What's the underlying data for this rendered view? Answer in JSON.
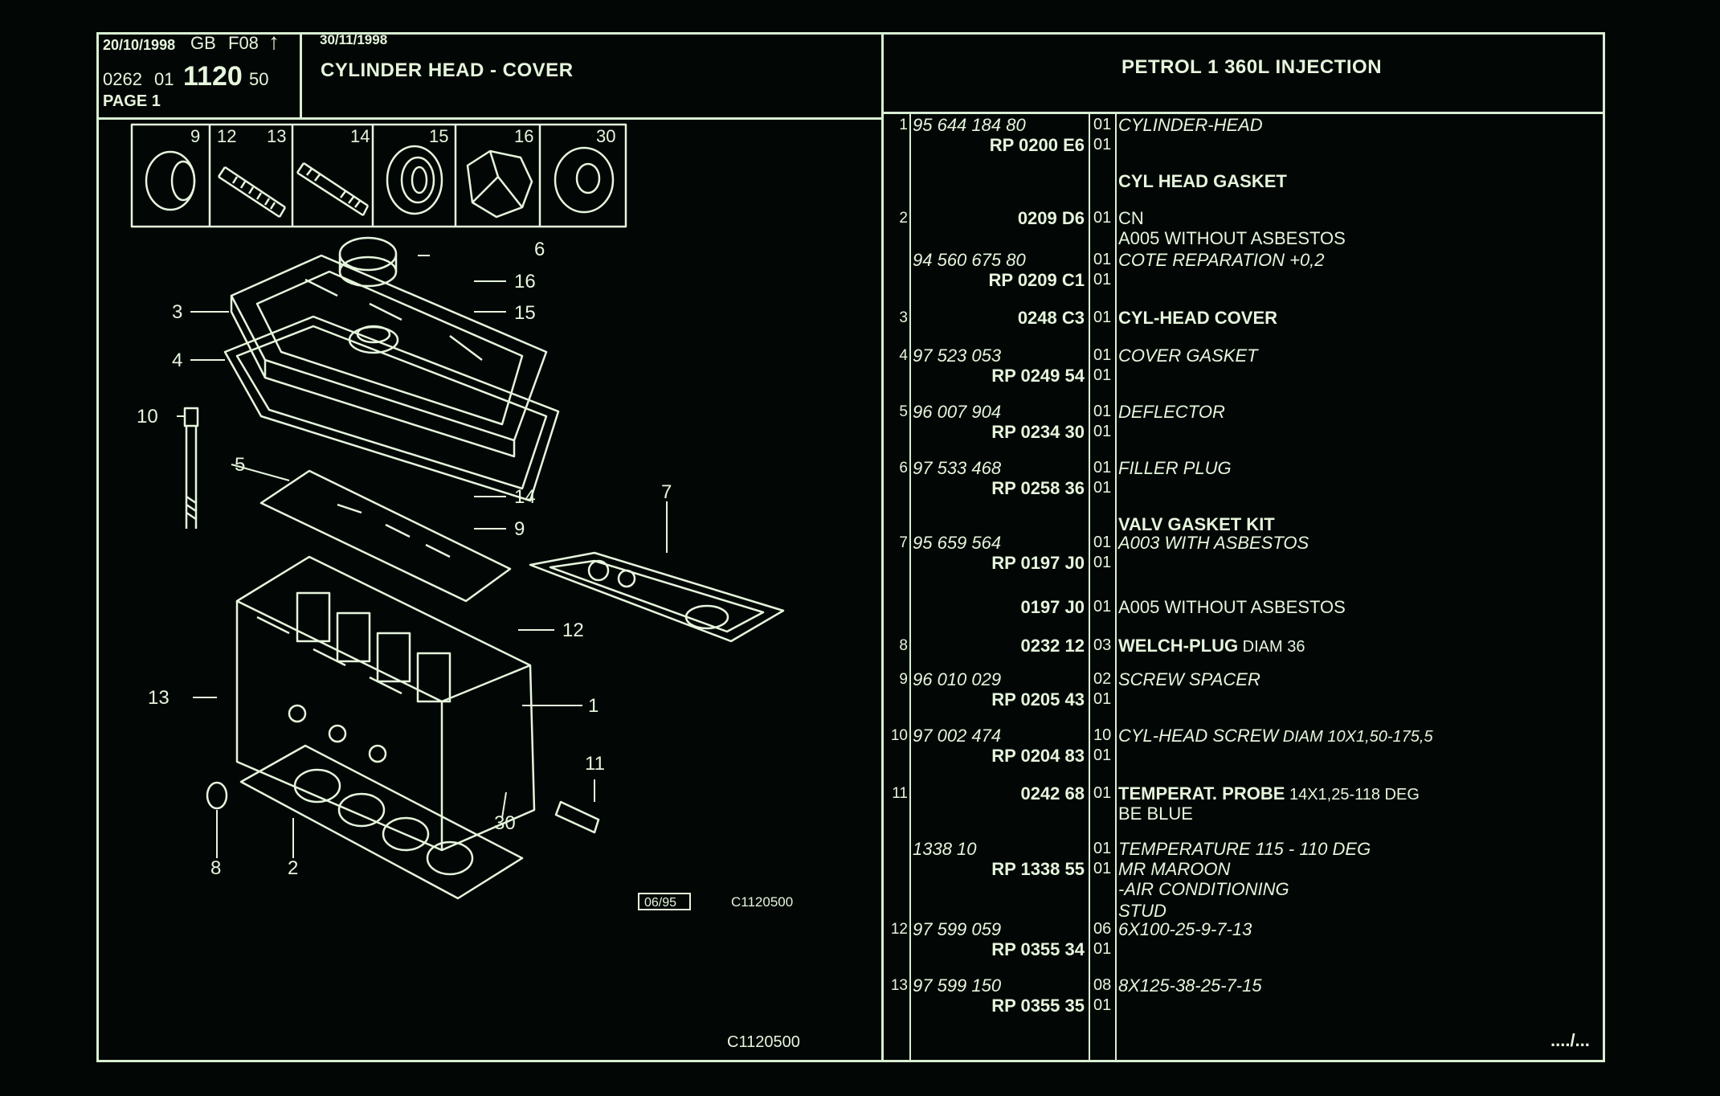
{
  "header": {
    "date1": "20/10/1998",
    "lang": "GB",
    "code": "F08",
    "arrow": "↑",
    "date2": "30/11/1998",
    "ref_a": "0262",
    "ref_b": "01",
    "ref_main": "1120",
    "ref_c": "50",
    "page": "PAGE 1",
    "title": "CYLINDER HEAD - COVER",
    "engine": "PETROL 1 360L INJECTION"
  },
  "icon_strip": {
    "labels": [
      "9",
      "12",
      "13",
      "14",
      "15",
      "16",
      "30"
    ],
    "icons": [
      "spacer-icon",
      "stud-icon",
      "long-stud-icon",
      "washer-icon",
      "nut-icon",
      "flat-washer-icon"
    ]
  },
  "diagram": {
    "callouts": [
      "1",
      "2",
      "3",
      "4",
      "5",
      "6",
      "7",
      "8",
      "9",
      "10",
      "11",
      "12",
      "13",
      "14",
      "15",
      "16",
      "30"
    ],
    "date_box": "06/95",
    "code1": "C1120500",
    "code2": "C1120500"
  },
  "parts": [
    {
      "ref": "1",
      "lines": [
        {
          "pn": "95 644 184 80",
          "qty": "01",
          "desc": [
            {
              "t": "CYLINDER-HEAD",
              "s": "it"
            }
          ]
        },
        {
          "rp": "RP  0200 E6",
          "qty": "01",
          "desc": []
        }
      ]
    },
    {
      "ref": "",
      "lines": [
        {
          "qty": "",
          "desc": [
            {
              "t": "CYL HEAD GASKET",
              "s": "b"
            }
          ]
        }
      ]
    },
    {
      "ref": "2",
      "lines": [
        {
          "rp": "0209 D6",
          "qty": "01",
          "desc": [
            {
              "t": "CN",
              "s": "n"
            }
          ]
        },
        {
          "qty": "",
          "desc": [
            {
              "t": "A005 WITHOUT ASBESTOS",
              "s": "n"
            }
          ]
        }
      ]
    },
    {
      "ref": "",
      "lines": [
        {
          "pn": "94 560 675 80",
          "qty": "01",
          "desc": [
            {
              "t": "COTE REPARATION  +0,2",
              "s": "it"
            }
          ]
        },
        {
          "rp": "RP  0209 C1",
          "qty": "01",
          "desc": []
        }
      ]
    },
    {
      "ref": "3",
      "lines": [
        {
          "rp": "0248 C3",
          "qty": "01",
          "desc": [
            {
              "t": "CYL-HEAD COVER",
              "s": "b"
            }
          ]
        }
      ]
    },
    {
      "ref": "4",
      "lines": [
        {
          "pn": "97 523 053",
          "qty": "01",
          "desc": [
            {
              "t": "COVER GASKET",
              "s": "it"
            }
          ]
        },
        {
          "rp": "RP  0249 54",
          "qty": "01",
          "desc": []
        }
      ]
    },
    {
      "ref": "5",
      "lines": [
        {
          "pn": "96 007 904",
          "qty": "01",
          "desc": [
            {
              "t": "DEFLECTOR",
              "s": "it"
            }
          ]
        },
        {
          "rp": "RP  0234 30",
          "qty": "01",
          "desc": []
        }
      ]
    },
    {
      "ref": "6",
      "lines": [
        {
          "pn": "97 533 468",
          "qty": "01",
          "desc": [
            {
              "t": "FILLER PLUG",
              "s": "it"
            }
          ]
        },
        {
          "rp": "RP  0258 36",
          "qty": "01",
          "desc": []
        }
      ]
    },
    {
      "ref": "",
      "lines": [
        {
          "qty": "",
          "desc": [
            {
              "t": "VALV GASKET KIT",
              "s": "b"
            }
          ]
        }
      ]
    },
    {
      "ref": "7",
      "lines": [
        {
          "pn": "95 659 564",
          "qty": "01",
          "desc": [
            {
              "t": "A003 WITH ASBESTOS",
              "s": "it"
            }
          ]
        },
        {
          "rp": "RP  0197 J0",
          "qty": "01",
          "desc": []
        }
      ]
    },
    {
      "ref": "",
      "lines": [
        {
          "rp": "0197 J0",
          "qty": "01",
          "desc": [
            {
              "t": "A005 WITHOUT ASBESTOS",
              "s": "n"
            }
          ]
        }
      ]
    },
    {
      "ref": "8",
      "lines": [
        {
          "rp": "0232 12",
          "qty": "03",
          "desc": [
            {
              "t": "WELCH-PLUG",
              "s": "b"
            },
            {
              "t": " DIAM 36",
              "s": "n sm"
            }
          ]
        }
      ]
    },
    {
      "ref": "9",
      "lines": [
        {
          "pn": "96 010 029",
          "qty": "02",
          "desc": [
            {
              "t": "SCREW SPACER",
              "s": "it"
            }
          ]
        },
        {
          "rp": "RP  0205 43",
          "qty": "01",
          "desc": []
        }
      ]
    },
    {
      "ref": "10",
      "lines": [
        {
          "pn": "97 002 474",
          "qty": "10",
          "desc": [
            {
              "t": "CYL-HEAD SCREW",
              "s": "it"
            },
            {
              "t": " DIAM 10X1,50-175,5",
              "s": "it sm"
            }
          ]
        },
        {
          "rp": "RP  0204 83",
          "qty": "01",
          "desc": []
        }
      ]
    },
    {
      "ref": "11",
      "lines": [
        {
          "rp": "0242 68",
          "qty": "01",
          "desc": [
            {
              "t": "TEMPERAT. PROBE",
              "s": "b"
            },
            {
              "t": " 14X1,25-118 DEG",
              "s": "n sm"
            }
          ]
        },
        {
          "qty": "",
          "desc": [
            {
              "t": "BE BLUE",
              "s": "n"
            }
          ]
        }
      ]
    },
    {
      "ref": "",
      "lines": [
        {
          "pn": "1338 10",
          "qty": "01",
          "desc": [
            {
              "t": "TEMPERATURE 115 - 110 DEG",
              "s": "it"
            }
          ]
        },
        {
          "rp": "RP  1338 55",
          "qty": "01",
          "desc": [
            {
              "t": "MR MAROON",
              "s": "it"
            }
          ]
        },
        {
          "qty": "",
          "desc": [
            {
              "t": "-AIR CONDITIONING",
              "s": "it"
            }
          ]
        }
      ]
    },
    {
      "ref": "",
      "lines": [
        {
          "qty": "",
          "desc": [
            {
              "t": "STUD",
              "s": "it"
            }
          ]
        }
      ]
    },
    {
      "ref": "12",
      "lines": [
        {
          "pn": "97 599 059",
          "qty": "06",
          "desc": [
            {
              "t": "6X100-25-9-7-13",
              "s": "it"
            }
          ]
        },
        {
          "rp": "RP  0355 34",
          "qty": "01",
          "desc": []
        }
      ]
    },
    {
      "ref": "13",
      "lines": [
        {
          "pn": "97 599 150",
          "qty": "08",
          "desc": [
            {
              "t": "8X125-38-25-7-15",
              "s": "it"
            }
          ]
        },
        {
          "rp": "RP  0355 35",
          "qty": "01",
          "desc": []
        }
      ]
    }
  ],
  "footer": {
    "continued": "..../..."
  },
  "colors": {
    "background": "#020706",
    "foreground": "#e6f5dc"
  }
}
